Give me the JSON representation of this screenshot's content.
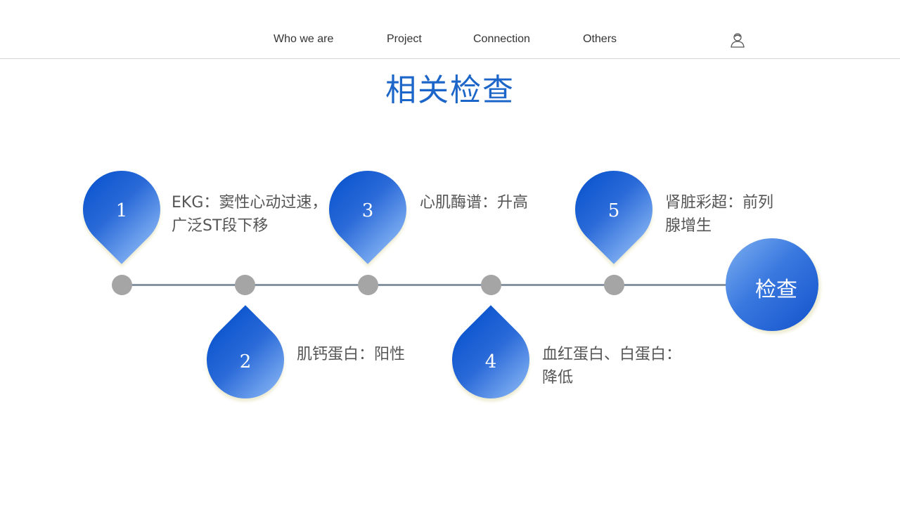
{
  "nav": {
    "items": [
      {
        "label": "Who we are"
      },
      {
        "label": "Project"
      },
      {
        "label": "Connection"
      },
      {
        "label": "Others"
      }
    ],
    "user_icon": "user-icon"
  },
  "title": "相关检查",
  "steps": [
    {
      "num": "1",
      "text_line1": "EKG：窦性心动过速，",
      "text_line2": "广泛ST段下移"
    },
    {
      "num": "2",
      "text_line1": "肌钙蛋白：阳性",
      "text_line2": ""
    },
    {
      "num": "3",
      "text_line1": "心肌酶谱：升高",
      "text_line2": ""
    },
    {
      "num": "4",
      "text_line1": "血红蛋白、白蛋白：",
      "text_line2": "降低"
    },
    {
      "num": "5",
      "text_line1": "肾脏彩超：前列",
      "text_line2": "腺增生"
    }
  ],
  "end_label": "检查",
  "colors": {
    "accent": "#1c66c9",
    "drop_dark": "#1058d0",
    "drop_light": "#76a7ef",
    "dot": "#a5a5a5",
    "line": "#8593a3"
  }
}
